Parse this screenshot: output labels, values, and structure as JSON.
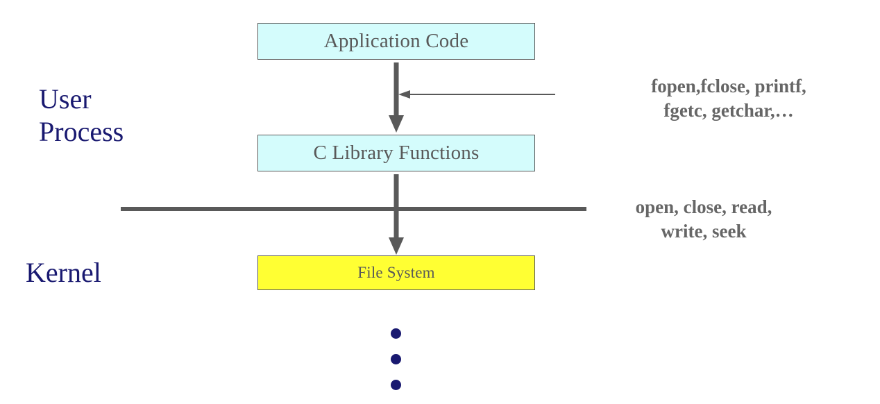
{
  "diagram": {
    "title": "File I/O layering: user process to kernel",
    "colors": {
      "box_fill_user": "#d4fcfc",
      "box_fill_kernel": "#ffff33",
      "box_border": "#595959",
      "box_text": "#595959",
      "zone_label": "#191970",
      "annotation_text": "#666666",
      "connector": "#595959",
      "dot": "#191970",
      "background": "#ffffff"
    },
    "boxes": [
      {
        "id": "application-code",
        "label": "Application Code",
        "fill": "#d4fcfc"
      },
      {
        "id": "c-library-functions",
        "label": "C Library Functions",
        "fill": "#d4fcfc"
      },
      {
        "id": "file-system",
        "label": "File System",
        "fill": "#ffff33"
      }
    ],
    "zones": [
      {
        "id": "user-process",
        "label": "User\nProcess"
      },
      {
        "id": "kernel",
        "label": "Kernel"
      }
    ],
    "annotations": [
      {
        "id": "library-calls",
        "text": "fopen,fclose, printf,\nfgetc, getchar,…",
        "points_to": "application-code-to-c-library-arrow"
      },
      {
        "id": "system-calls",
        "text": "open, close, read,\nwrite, seek",
        "points_to": "user-kernel-boundary-line"
      }
    ],
    "connectors": [
      {
        "id": "app-to-clib-arrow",
        "from": "application-code",
        "to": "c-library-functions",
        "direction": "down",
        "style": "thick"
      },
      {
        "id": "clib-to-fs-arrow",
        "from": "c-library-functions",
        "to": "file-system",
        "direction": "down",
        "style": "thick"
      },
      {
        "id": "library-call-pointer",
        "direction": "left",
        "style": "thin"
      },
      {
        "id": "user-kernel-boundary-line",
        "style": "thick-horizontal-rule"
      }
    ],
    "continuation_dots": {
      "count": 3,
      "symbol": "•"
    }
  }
}
